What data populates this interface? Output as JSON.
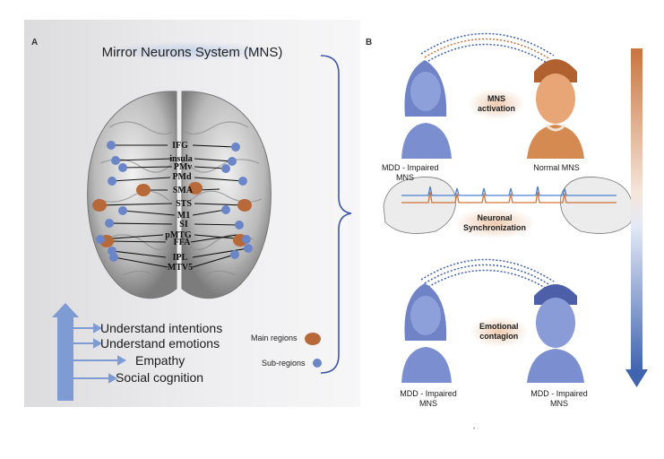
{
  "panel_a": {
    "letter": "A",
    "title": "Mirror Neurons System (MNS)",
    "region_labels": [
      "IFG",
      "insula",
      "PMv",
      "PMd",
      "SMA",
      "STS",
      "M1",
      "SI",
      "pMTG",
      "FFA",
      "IPL",
      "MTV5"
    ],
    "functions": [
      "Understand intentions",
      "Understand emotions",
      "Empathy",
      "Social cognition"
    ],
    "legend": {
      "main": "Main regions",
      "sub": "Sub-regions"
    },
    "colors": {
      "main_region": "#b8693a",
      "sub_region": "#6b86c8",
      "arrow": "#7f9bd3"
    }
  },
  "panel_b": {
    "letter": "B",
    "top_left_caption": [
      "MDD - Impaired",
      "MNS"
    ],
    "top_right_caption": "Normal MNS",
    "top_center_label": [
      "MNS",
      "activation"
    ],
    "middle_label": [
      "Neuronal",
      "Synchronization"
    ],
    "bottom_center_label": [
      "Emotional",
      "contagion"
    ],
    "bottom_left_caption": [
      "MDD - Impaired",
      "MNS"
    ],
    "bottom_right_caption": [
      "MDD - Impaired",
      "MNS"
    ],
    "colors": {
      "impaired": "#7b8fd0",
      "normal": "#d58a52",
      "gradient_top": "#c9753e",
      "gradient_bottom": "#4064b0"
    }
  },
  "footer_mark": "́"
}
